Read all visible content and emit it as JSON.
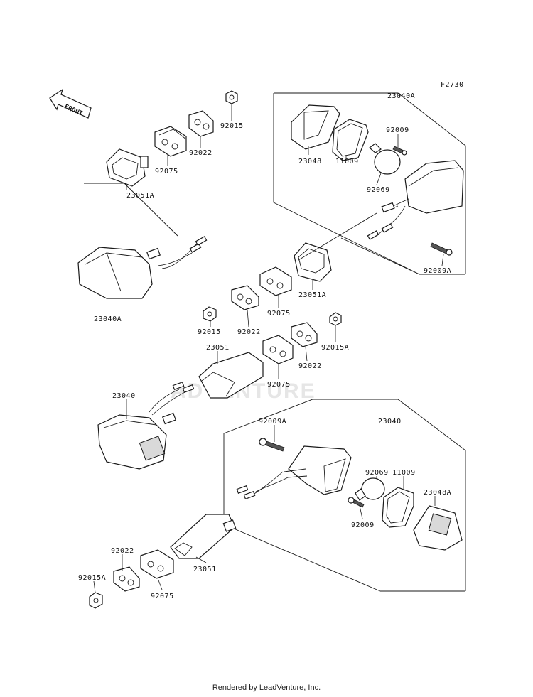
{
  "figure_code": "F2730",
  "front_label": "FRONT",
  "watermark": "ADVENTURE",
  "footer": "Rendered by LeadVenture, Inc.",
  "callouts": {
    "p23040A_top": "23040A",
    "p23048": "23048",
    "p11009_top": "11009",
    "p92009_top": "92009",
    "p92069_top": "92069",
    "p92009A_top": "92009A",
    "p92015_top": "92015",
    "p92022_top": "92022",
    "p92075_top": "92075",
    "p23051A_top": "23051A",
    "p23040A_left": "23040A",
    "p23051A_mid": "23051A",
    "p92075_mid": "92075",
    "p92015_mid": "92015",
    "p92022_mid": "92022",
    "p92015A_mid": "92015A",
    "p92022_mid2": "92022",
    "p23051_mid": "23051",
    "p92075_mid2": "92075",
    "p23040_left": "23040",
    "p92009A_bot": "92009A",
    "p23040_bot": "23040",
    "p92069_bot": "92069",
    "p11009_bot": "11009",
    "p23048A": "23048A",
    "p92009_bot": "92009",
    "p23051_bot": "23051",
    "p92022_bot": "92022",
    "p92015A_bot": "92015A",
    "p92075_bot": "92075"
  }
}
